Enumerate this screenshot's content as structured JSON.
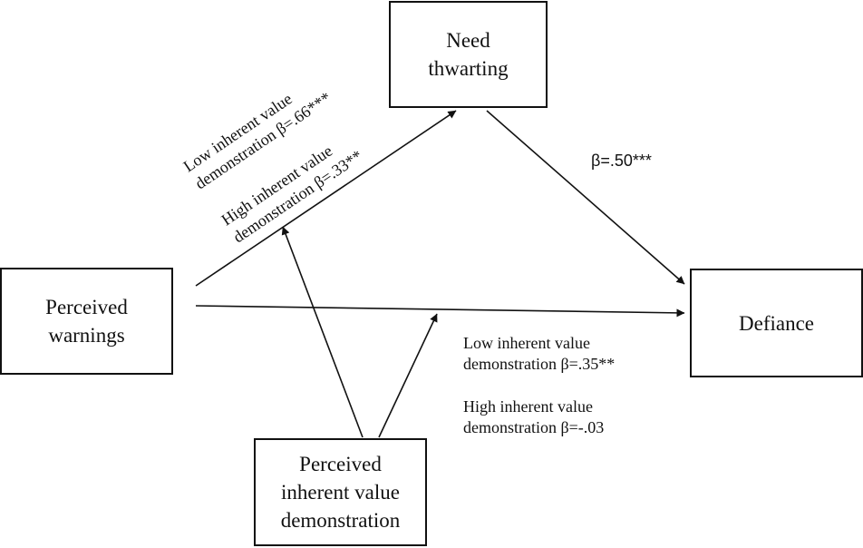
{
  "nodes": {
    "need_thwarting": [
      "Need",
      "thwarting"
    ],
    "perceived_warnings": [
      "Perceived",
      "warnings"
    ],
    "defiance": [
      "Defiance"
    ],
    "perceived_inherent_value": [
      "Perceived",
      "inherent value",
      "demonstration"
    ]
  },
  "paths": {
    "need_to_defiance_beta": "β=.50***",
    "warnings_to_need": {
      "low": [
        "Low inherent value",
        "demonstration β=.66***"
      ],
      "high": [
        "High inherent value",
        "demonstration β=.33**"
      ]
    },
    "warnings_to_defiance": {
      "low": [
        "Low inherent value",
        "demonstration β=.35**"
      ],
      "high": [
        "High inherent value",
        "demonstration β=-.03"
      ]
    }
  },
  "colors": {
    "stroke": "#111111",
    "text": "#111111",
    "background": "#ffffff"
  }
}
